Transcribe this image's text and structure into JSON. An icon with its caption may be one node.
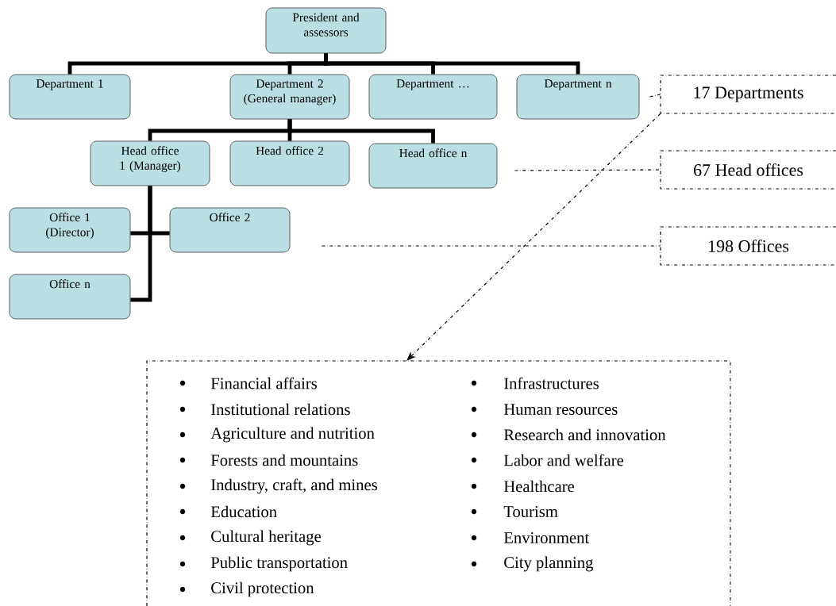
{
  "diagram": {
    "nodes": [
      {
        "text": [
          "President and assessors"
        ]
      },
      {
        "text": [
          "Department 1"
        ]
      },
      {
        "text": [
          "Department 2 (General manager)"
        ]
      },
      {
        "text": [
          "Department …"
        ]
      },
      {
        "text": [
          "Department n"
        ]
      },
      {
        "text": [
          "Head office 1 (Manager)"
        ]
      },
      {
        "text": [
          "Head office 2"
        ]
      },
      {
        "text": [
          "Head office n"
        ]
      },
      {
        "text": [
          "Office 1 (Director)"
        ]
      },
      {
        "text": [
          "Office 2"
        ]
      },
      {
        "text": [
          "Office n"
        ]
      },
      {
        "text": [
          "17 Departments"
        ]
      },
      {
        "text": [
          "67 Head offices"
        ]
      },
      {
        "text": [
          "198 Offices"
        ]
      },
      {
        "text": [
          "Financial affairs",
          "Institutional relations",
          "Agriculture and nutrition",
          "Forests and mountains",
          "Industry, craft, and mines",
          "Education",
          "Cultural heritage",
          "Public transportation",
          "Civil protection",
          "Infrastructures",
          "Human resources",
          "Research and innovation",
          "Labor and welfare",
          "Healthcare",
          "Tourism",
          "Environment",
          "City planning"
        ]
      }
    ],
    "edges": [
      {
        "from": 0,
        "to": 1,
        "arrow": "none"
      },
      {
        "from": 0,
        "to": 2,
        "arrow": "none"
      },
      {
        "from": 0,
        "to": 3,
        "arrow": "none"
      },
      {
        "from": 0,
        "to": 4,
        "arrow": "none"
      },
      {
        "from": 2,
        "to": 5,
        "arrow": "none"
      },
      {
        "from": 2,
        "to": 6,
        "arrow": "none"
      },
      {
        "from": 2,
        "to": 7,
        "arrow": "none"
      },
      {
        "from": 5,
        "to": 8,
        "arrow": "none"
      },
      {
        "from": 5,
        "to": 9,
        "arrow": "none"
      },
      {
        "from": 5,
        "to": 10,
        "arrow": "none"
      },
      {
        "from": 4,
        "to": 11,
        "arrow": "none",
        "style": "dashed"
      },
      {
        "from": 7,
        "to": 12,
        "arrow": "none",
        "style": "dashed"
      },
      {
        "from": 9,
        "to": 13,
        "arrow": "none",
        "style": "dashed"
      },
      {
        "from": 11,
        "to": 14,
        "arrow": "to",
        "style": "dashed"
      }
    ]
  }
}
